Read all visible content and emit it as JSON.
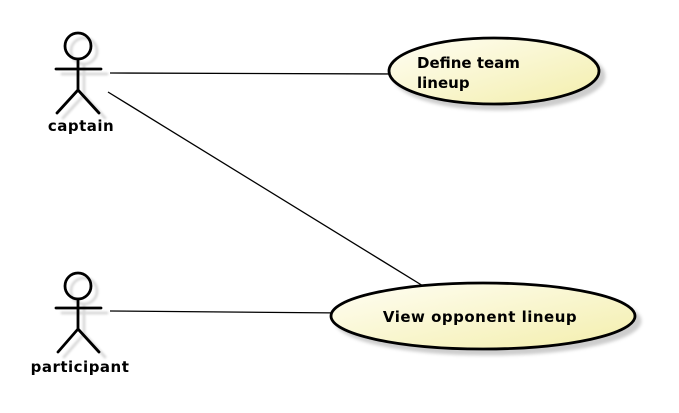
{
  "diagram": {
    "type": "UML use case diagram",
    "background": "#ffffff",
    "colors": {
      "node_fill_light": "#fffef4",
      "node_fill_dark": "#f3eeab",
      "head_fill": "#fbf8d8",
      "node_stroke": "#000000",
      "connector": "#000000",
      "shadow": "#cccccc",
      "text": "#000000"
    },
    "actors": [
      {
        "label": "captain"
      },
      {
        "label": "participant"
      }
    ],
    "use_cases": [
      {
        "label": "Define team lineup",
        "label_lines": [
          "Define team",
          "lineup"
        ]
      },
      {
        "label": "View opponent lineup",
        "label_lines": [
          "View opponent lineup"
        ]
      }
    ],
    "associations": [
      {
        "from": "captain",
        "to": "Define team lineup"
      },
      {
        "from": "captain",
        "to": "View opponent lineup"
      },
      {
        "from": "participant",
        "to": "View opponent lineup"
      }
    ]
  }
}
